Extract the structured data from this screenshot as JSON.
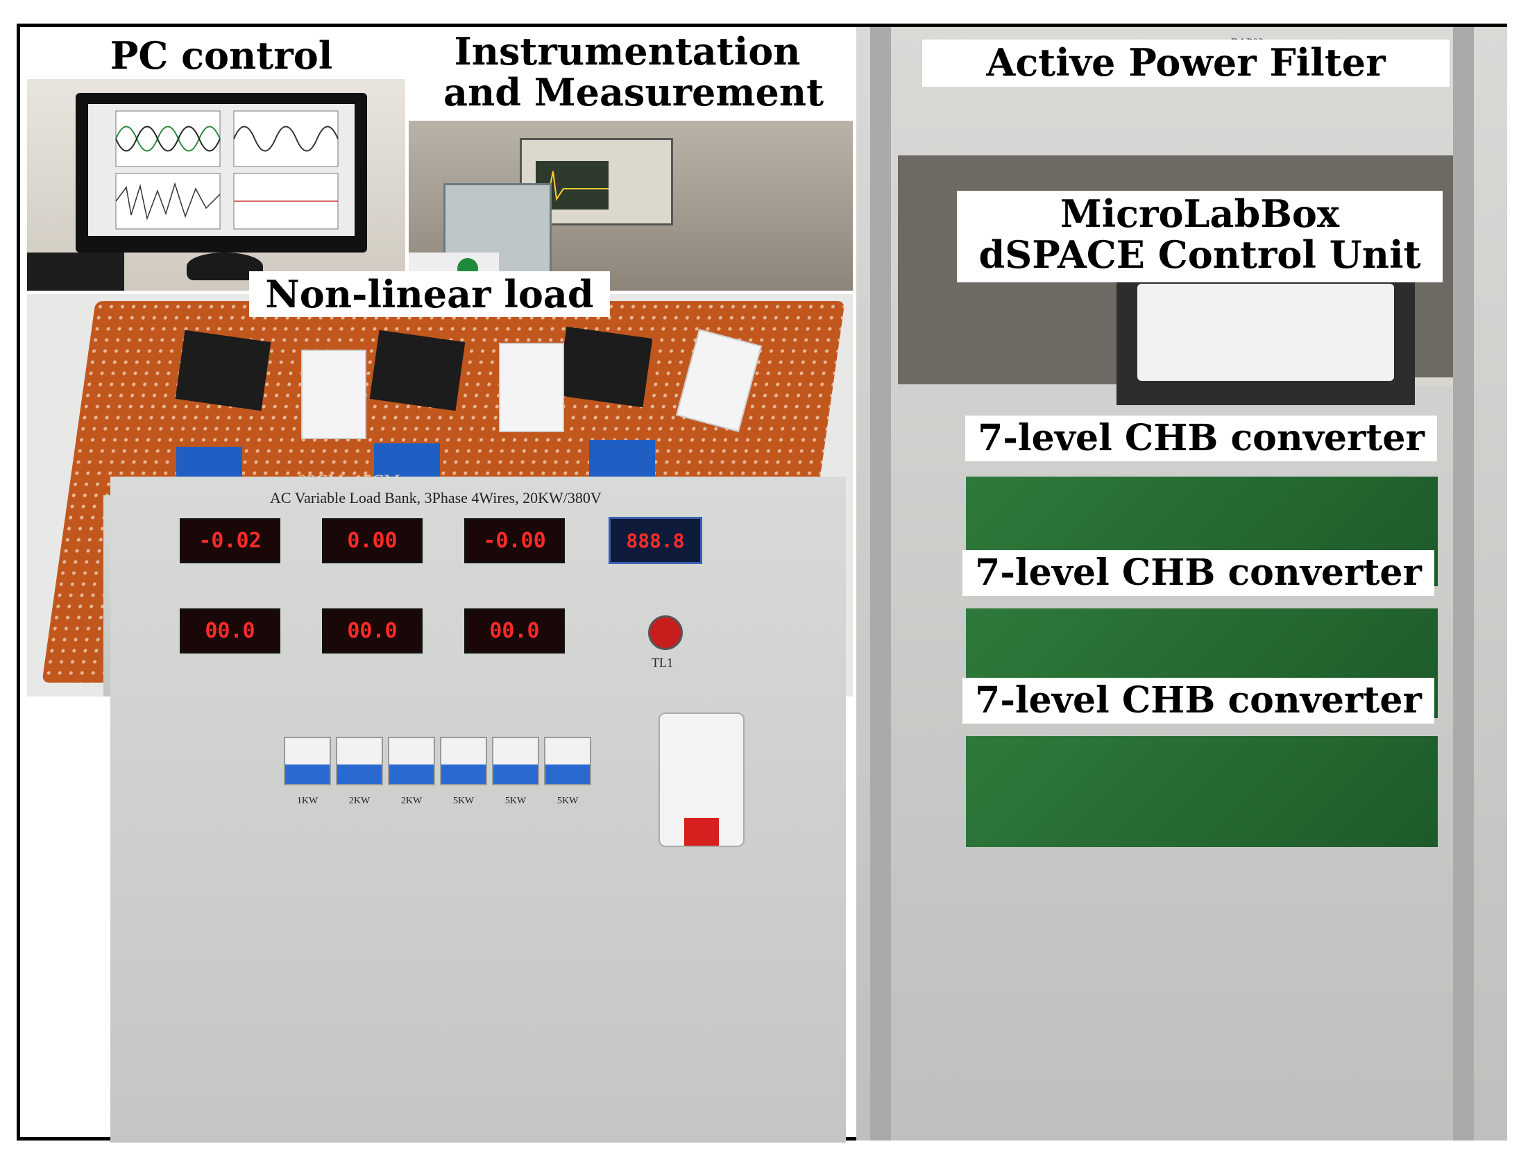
{
  "labels": {
    "pc_control": "PC control",
    "instrumentation": "Instrumentation\nand Measurement",
    "nonlinear_load": "Non-linear load",
    "apf": "Active Power Filter",
    "microlabbox": "MicroLabBox\ndSPACE Control Unit",
    "chb_1": "7-level CHB converter",
    "chb_2": "7-level CHB converter",
    "chb_3": "7-level CHB converter"
  },
  "load_bank": {
    "title": "AC Variable Load Bank, 3Phase 4Wires, 20KW/380V",
    "meters_row1": [
      "-0.02",
      "0.00",
      "-0.00"
    ],
    "meters_row2": [
      "00.0",
      "00.0",
      "00.0"
    ],
    "controller_display": "888.8",
    "indicator_label": "TL1",
    "breakers": [
      "1KW",
      "2KW",
      "2KW",
      "5KW",
      "5KW",
      "5KW"
    ]
  },
  "board": {
    "size_text": "09CM×15CM"
  },
  "rack": {
    "tag": "BAP03"
  },
  "colors": {
    "frame": "#000000",
    "label_bg": "#ffffff",
    "board_orange": "#c2571e",
    "led_red": "#ff2a2a",
    "terminal_blue": "#1f5fc4",
    "rack_gray": "#b9bcbb"
  }
}
